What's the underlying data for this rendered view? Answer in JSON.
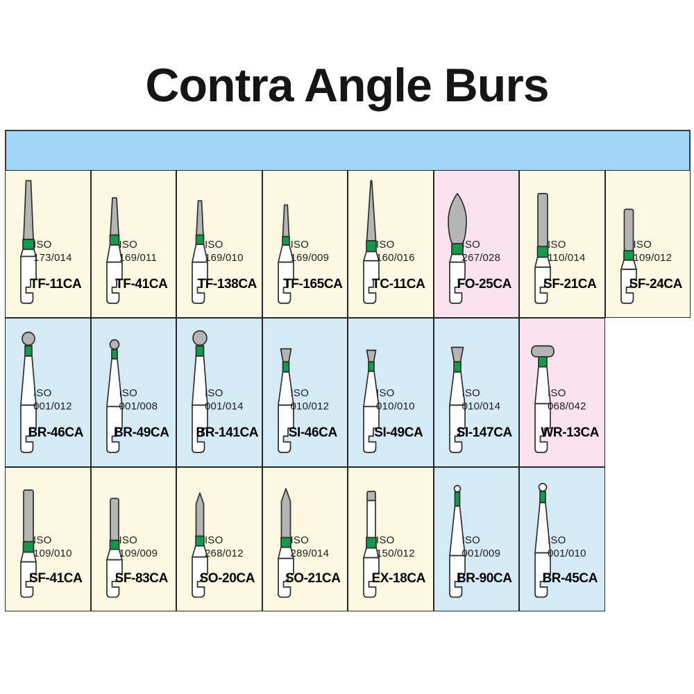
{
  "title": "Contra Angle Burs",
  "iso_prefix": "ISO",
  "colors": {
    "header_bar": "#a2d4f7",
    "yellow": "#faf8e0",
    "blue": "#d4eaf7",
    "pink": "#fae2ee",
    "green_band": "#149a4a",
    "gray_tip": "#b5b5b5",
    "white_fill": "#ffffff",
    "outline": "#2e2e2e"
  },
  "grid": {
    "rows": [
      [
        {
          "name": "TF-11CA",
          "iso": "173/014",
          "bg": "yellow",
          "shape": "taper_long"
        },
        {
          "name": "TF-41CA",
          "iso": "169/011",
          "bg": "yellow",
          "shape": "taper_mid"
        },
        {
          "name": "TF-138CA",
          "iso": "169/010",
          "bg": "yellow",
          "shape": "taper_slim"
        },
        {
          "name": "TF-165CA",
          "iso": "169/009",
          "bg": "yellow",
          "shape": "taper_xslim"
        },
        {
          "name": "TC-11CA",
          "iso": "160/016",
          "bg": "yellow",
          "shape": "needle"
        },
        {
          "name": "FO-25CA",
          "iso": "267/028",
          "bg": "pink",
          "shape": "flame"
        },
        {
          "name": "SF-21CA",
          "iso": "110/014",
          "bg": "yellow",
          "shape": "cyl_tall"
        },
        {
          "name": "SF-24CA",
          "iso": "109/012",
          "bg": "yellow",
          "shape": "cyl_short"
        }
      ],
      [
        {
          "name": "BR-46CA",
          "iso": "001/012",
          "bg": "blue",
          "shape": "ball_m"
        },
        {
          "name": "BR-49CA",
          "iso": "001/008",
          "bg": "blue",
          "shape": "ball_s"
        },
        {
          "name": "BR-141CA",
          "iso": "001/014",
          "bg": "blue",
          "shape": "ball_l"
        },
        {
          "name": "SI-46CA",
          "iso": "010/012",
          "bg": "blue",
          "shape": "invcone_s"
        },
        {
          "name": "SI-49CA",
          "iso": "010/010",
          "bg": "blue",
          "shape": "invcone_xs"
        },
        {
          "name": "SI-147CA",
          "iso": "010/014",
          "bg": "blue",
          "shape": "invcone_m"
        },
        {
          "name": "WR-13CA",
          "iso": "068/042",
          "bg": "pink",
          "shape": "wheel"
        },
        {
          "empty": true
        }
      ],
      [
        {
          "name": "SF-41CA",
          "iso": "109/010",
          "bg": "yellow",
          "shape": "cyl_tall"
        },
        {
          "name": "SF-83CA",
          "iso": "109/009",
          "bg": "yellow",
          "shape": "cyl_mid"
        },
        {
          "name": "SO-20CA",
          "iso": "268/012",
          "bg": "yellow",
          "shape": "pencil_s"
        },
        {
          "name": "SO-21CA",
          "iso": "289/014",
          "bg": "yellow",
          "shape": "pencil_m"
        },
        {
          "name": "EX-18CA",
          "iso": "150/012",
          "bg": "yellow",
          "shape": "longcyl"
        },
        {
          "name": "BR-90CA",
          "iso": "001/009",
          "bg": "blue",
          "shape": "ball_tiny"
        },
        {
          "name": "BR-45CA",
          "iso": "001/010",
          "bg": "blue",
          "shape": "ball_tiny2"
        },
        {
          "empty": true
        }
      ]
    ]
  }
}
